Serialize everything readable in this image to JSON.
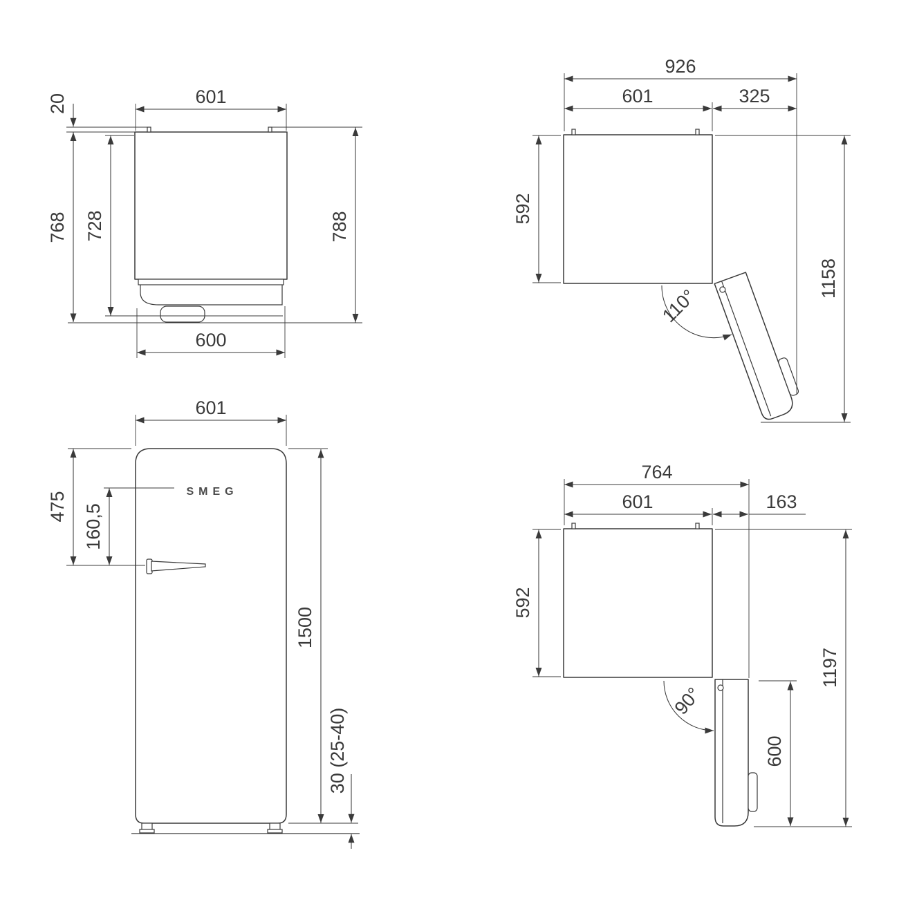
{
  "page": {
    "colors": {
      "background": "#ffffff",
      "line": "#3a3a3a"
    }
  },
  "views": {
    "side": {
      "top_width": "601",
      "top_gap": "20",
      "height_body": "768",
      "height_inner": "728",
      "height_total": "788",
      "bottom_depth": "600"
    },
    "open110": {
      "overall_width": "926",
      "cabinet_width": "601",
      "door_projection": "325",
      "depth": "592",
      "overall_depth": "1158",
      "angle": "110°"
    },
    "front": {
      "width": "601",
      "top_to_handle": "475",
      "logo_to_handle": "160,5",
      "height": "1500",
      "feet": "30 (25-40)",
      "brand": "SMEG"
    },
    "open90": {
      "overall_width": "764",
      "cabinet_width": "601",
      "door_projection": "163",
      "depth": "592",
      "overall_depth": "1197",
      "door_width": "600",
      "angle": "90°"
    }
  }
}
